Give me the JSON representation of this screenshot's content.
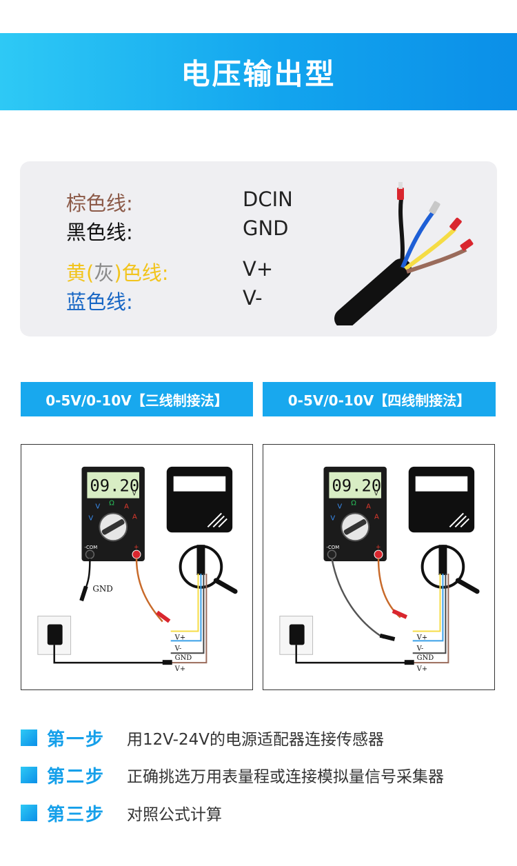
{
  "header": {
    "title": "电压输出型"
  },
  "wires": [
    {
      "label": "棕色线:",
      "value": "DCIN"
    },
    {
      "label": "黑色线:",
      "value": "GND"
    },
    {
      "label_parts": [
        "黄",
        "(",
        "灰",
        ")",
        "色线:"
      ],
      "value": "V+"
    },
    {
      "label": "蓝色线:",
      "value": "V-"
    }
  ],
  "tabs": [
    "0-5V/0-10V【三线制接法】",
    "0-5V/0-10V【四线制接法】"
  ],
  "diagram": {
    "display": "09.20",
    "unit": "V",
    "dial": {
      "v_dc": "V",
      "v_ac": "V",
      "ohm": "Ω",
      "a_dc": "A",
      "a_ac": "A"
    },
    "com": "-COM",
    "plus": "+",
    "gnd_label": "GND",
    "terminals": [
      "V+",
      "V-",
      "GND",
      "V+"
    ]
  },
  "steps": [
    {
      "name": "第一步",
      "desc": "用12V-24V的电源适配器连接传感器"
    },
    {
      "name": "第二步",
      "desc": "正确挑选万用表量程或连接模拟量信号采集器"
    },
    {
      "name": "第三步",
      "desc": "对照公式计算"
    }
  ],
  "colors": {
    "accent": "#18a8ee",
    "brown": "#8c5a48",
    "yellow": "#f2c41d",
    "blue": "#1766c4"
  }
}
